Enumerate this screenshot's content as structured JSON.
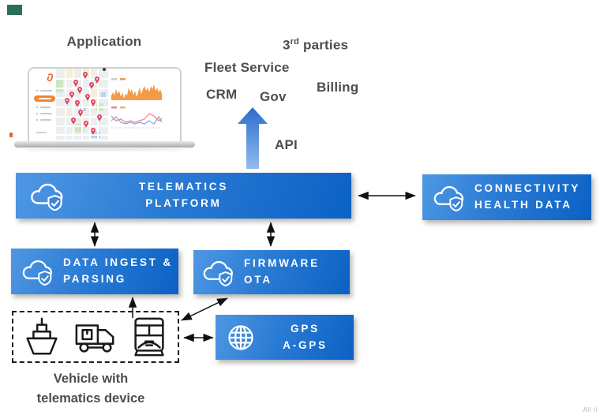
{
  "decorations": {
    "corner_color": "#2a6e5c",
    "watermark": "All ri"
  },
  "application": {
    "label": "Application"
  },
  "consumers": {
    "third_parties_base": "3",
    "third_parties_sup": "rd",
    "third_parties_rest": "parties",
    "fleet_service": "Fleet Service",
    "crm": "CRM",
    "gov": "Gov",
    "billing": "Billing",
    "api": "API"
  },
  "boxes": {
    "telematics": {
      "line1": "TELEMATICS",
      "line2": "PLATFORM",
      "icon": "cloud-shield-check-icon"
    },
    "connectivity": {
      "line1": "CONNECTIVITY",
      "line2": "HEALTH DATA",
      "icon": "cloud-shield-check-icon"
    },
    "data_ingest": {
      "line1": "DATA INGEST &",
      "line2": "PARSING",
      "icon": "cloud-shield-check-icon"
    },
    "firmware": {
      "line1": "FIRMWARE",
      "line2": "OTA",
      "icon": "cloud-shield-check-icon"
    },
    "gps": {
      "line1": "GPS",
      "line2": "A-GPS",
      "icon": "globe-icon"
    }
  },
  "vehicles": {
    "caption_line1": "Vehicle with",
    "caption_line2": "telematics device",
    "icons": [
      "ship-icon",
      "delivery-truck-icon",
      "train-icon"
    ]
  },
  "colors": {
    "box_gradient_start": "#4f97e3",
    "box_gradient_end": "#0b61c4",
    "arrow_blue_top": "#2a6ccc",
    "arrow_blue_bottom": "#93bcec",
    "label_text": "#4d4d4d",
    "pin_red": "#e2475a",
    "accent_orange": "#f0862f",
    "connector_black": "#111111"
  }
}
